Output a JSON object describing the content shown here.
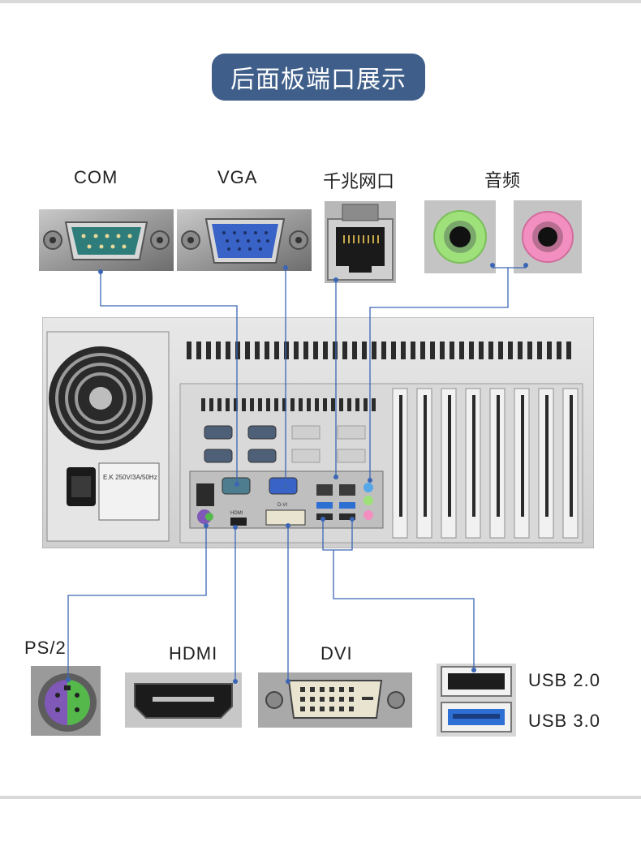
{
  "header": {
    "title": "后面板端口展示"
  },
  "ports_top": {
    "com": "COM",
    "vga": "VGA",
    "lan": "千兆网口",
    "audio": "音频"
  },
  "ports_bottom": {
    "ps2": "PS/2",
    "hdmi": "HDMI",
    "dvi": "DVI",
    "usb2": "USB 2.0",
    "usb3": "USB 3.0"
  },
  "psu_label": "E.K 250V/3A/50Hz",
  "chassis_labels": {
    "hdmi_small": "HDMI",
    "dvi_small": "D-VI"
  },
  "colors": {
    "accent": "#3f5f8a",
    "leader": "#3b66b5",
    "audio_green": "#9ee07a",
    "audio_pink": "#f28fc0",
    "vga_blue": "#3a63c7",
    "ps2_purple": "#7f58b8",
    "ps2_green": "#54b84a"
  }
}
